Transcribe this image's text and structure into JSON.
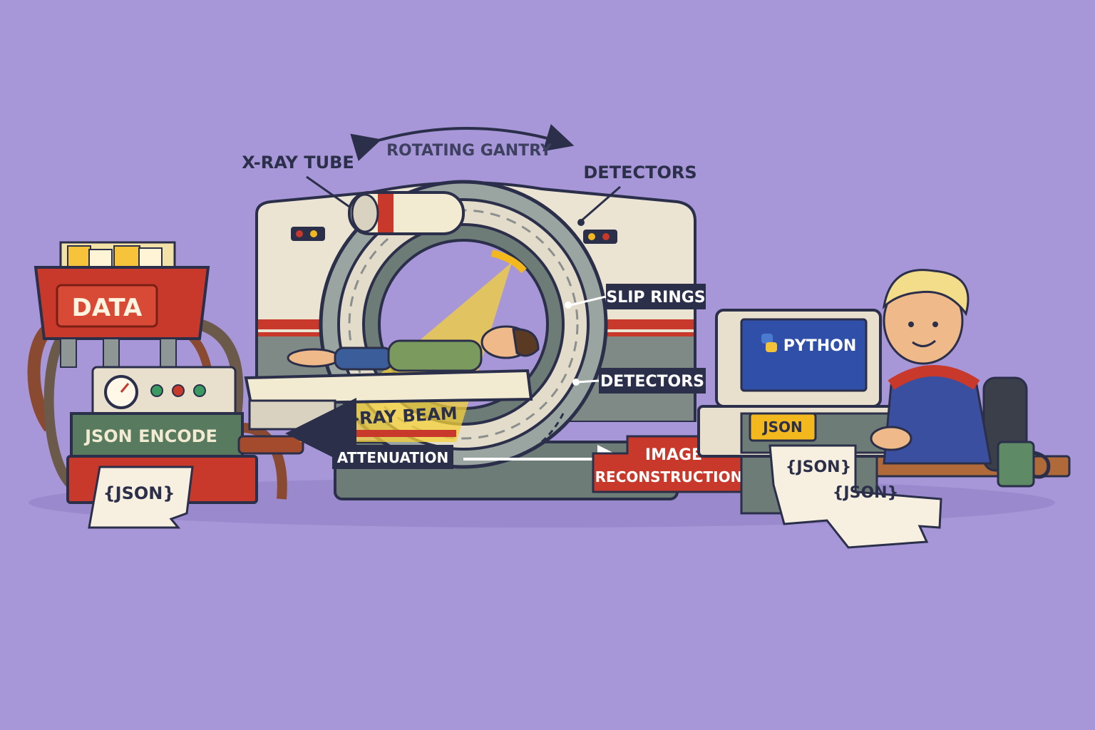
{
  "labels": {
    "rotating_gantry": "ROTATING GANTRY",
    "xray_tube": "X-RAY TUBE",
    "detectors_top": "DETECTORS",
    "slip_rings": "SLIP RINGS",
    "detectors_side": "DETECTORS",
    "xray_beam": "X-RAY BEAM",
    "attenuation": "ATTENUATION",
    "image_reconstruction_line1": "IMAGE",
    "image_reconstruction_line2": "RECONSTRUCTION",
    "data_bin": "DATA",
    "json_encode": "JSON ENCODE",
    "json_paper_left": "{JSON}",
    "python_screen": "PYTHON",
    "json_tag": "JSON",
    "json_paper_right_1": "{JSON}",
    "json_paper_right_2": "{JSON}"
  },
  "colors": {
    "background": "#a797d8",
    "label_dark": "#2b2f4a",
    "accent_red": "#c8382b",
    "beam_yellow": "#f5d23a",
    "gantry_cream": "#ece4d2",
    "gantry_gray": "#7f8a86",
    "screen_blue": "#2f4fa8",
    "json_tag_yellow": "#f2b81e"
  },
  "icons": [
    "python-logo-icon",
    "gauge-icon",
    "coffee-mug-icon"
  ]
}
